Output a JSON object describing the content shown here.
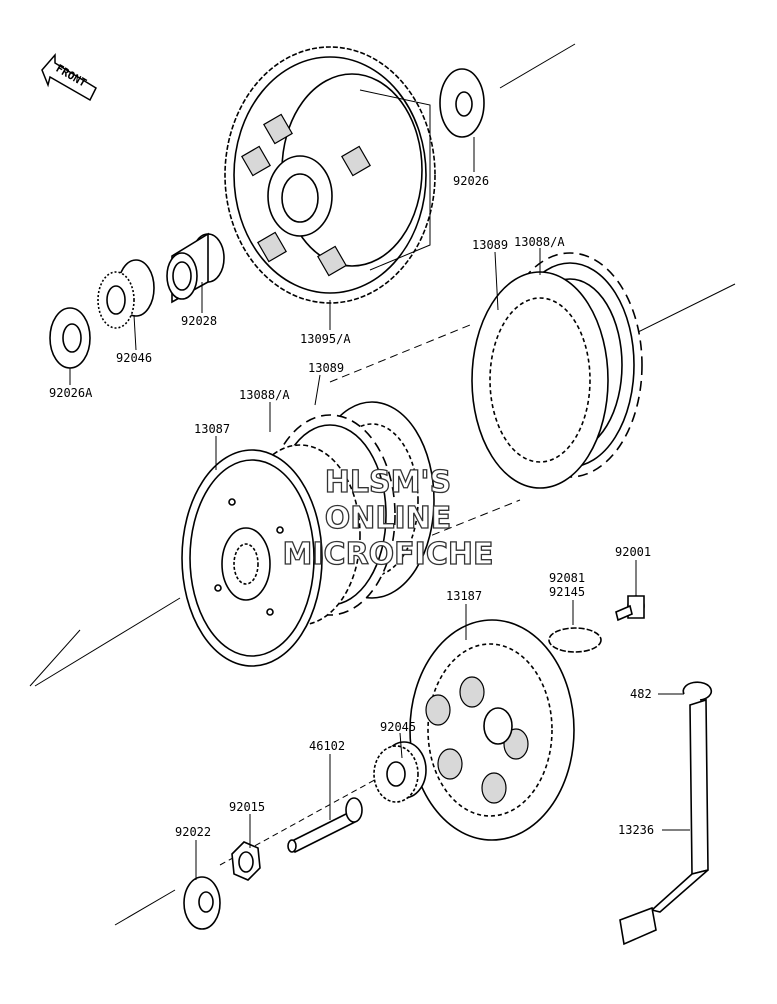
{
  "diagram": {
    "front_label": "FRONT",
    "watermark": [
      "HLSM'S",
      "ONLINE",
      "MICROFICHE"
    ],
    "parts": [
      {
        "id": "p92026",
        "number": "92026"
      },
      {
        "id": "p13088a_top",
        "number": "13088/A"
      },
      {
        "id": "p13089_top",
        "number": "13089"
      },
      {
        "id": "p92028",
        "number": "92028"
      },
      {
        "id": "p13095a",
        "number": "13095/A"
      },
      {
        "id": "p92046",
        "number": "92046"
      },
      {
        "id": "p92026a",
        "number": "92026A"
      },
      {
        "id": "p13089_mid",
        "number": "13089"
      },
      {
        "id": "p13088a_mid",
        "number": "13088/A"
      },
      {
        "id": "p13087",
        "number": "13087"
      },
      {
        "id": "p92001",
        "number": "92001"
      },
      {
        "id": "p92081",
        "number": "92081"
      },
      {
        "id": "p92145",
        "number": "92145"
      },
      {
        "id": "p13187",
        "number": "13187"
      },
      {
        "id": "p482",
        "number": "482"
      },
      {
        "id": "p92045",
        "number": "92045"
      },
      {
        "id": "p46102",
        "number": "46102"
      },
      {
        "id": "p92015",
        "number": "92015"
      },
      {
        "id": "p92022",
        "number": "92022"
      },
      {
        "id": "p13236",
        "number": "13236"
      }
    ]
  }
}
